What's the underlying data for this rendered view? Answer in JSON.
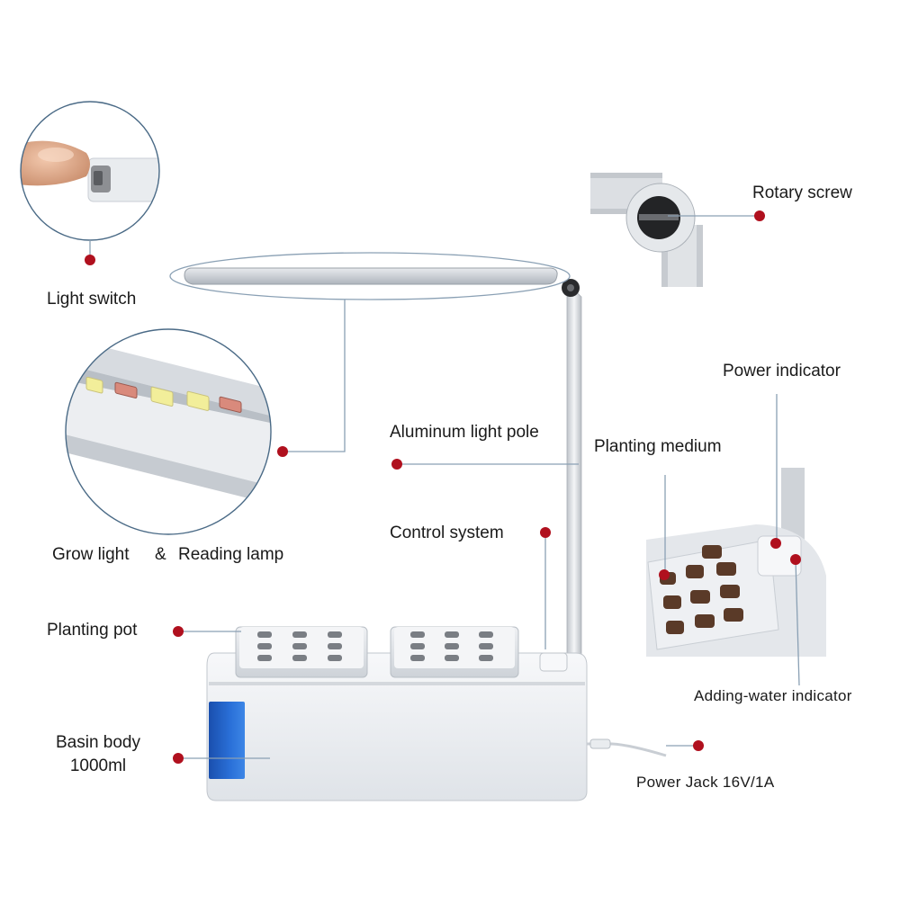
{
  "labels": {
    "light_switch": "Light switch",
    "grow_light": "Grow light",
    "ampersand": "&",
    "reading_lamp": "Reading lamp",
    "aluminum_pole": "Aluminum light pole",
    "control_system": "Control system",
    "planting_pot": "Planting pot",
    "basin_body_line1": "Basin body",
    "basin_body_line2": "1000ml",
    "rotary_screw": "Rotary screw",
    "power_indicator": "Power indicator",
    "planting_medium": "Planting medium",
    "adding_water_indicator": "Adding-water indicator",
    "power_jack": "Power Jack 16V/1A"
  },
  "colors": {
    "marker": "#b0101e",
    "leader_line": "#8aa0b4",
    "device_body": "#f1f3f6",
    "water_window": "#1f5fc4",
    "grow_led": "#f2ee9a",
    "reading_led": "#d98a7c"
  }
}
